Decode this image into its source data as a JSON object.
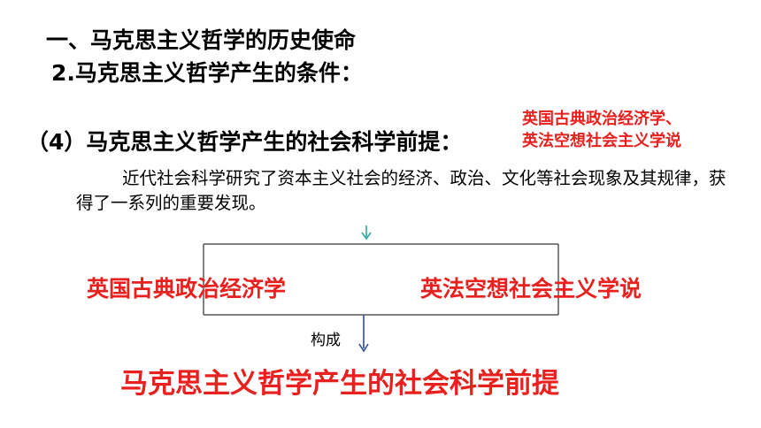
{
  "heading_main": "一、马克思主义哲学的历史使命",
  "heading_sub": "2.马克思主义哲学产生的条件：",
  "section_title": "（4）马克思主义哲学产生的社会科学前提：",
  "side_note": {
    "line1": "英国古典政治经济学、",
    "line2": "英法空想社会主义学说"
  },
  "paragraph": "近代社会科学研究了资本主义社会的经济、政治、文化等社会现象及其规律，获得了一系列的重要发现。",
  "diagram": {
    "left_item": "英国古典政治经济学",
    "right_item": "英法空想社会主义学说",
    "verb": "构成",
    "result": "马克思主义哲学产生的社会科学前提"
  },
  "colors": {
    "accent_red": "#e8201e",
    "arrow_teal": "#2fa7a0",
    "arrow_blue": "#2c4f8c",
    "line_gray": "#595959"
  }
}
